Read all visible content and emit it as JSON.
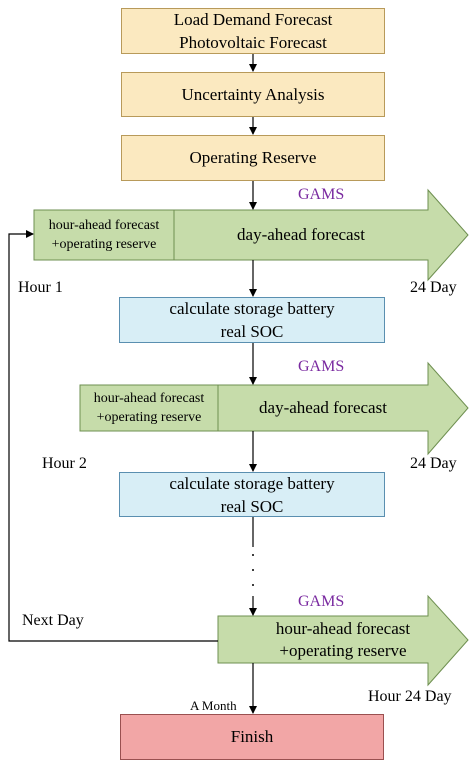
{
  "boxes": {
    "forecast": "Load Demand Forecast\nPhotovoltaic Forecast",
    "uncertainty": "Uncertainty Analysis",
    "reserve": "Operating Reserve",
    "calc1": "calculate storage battery\nreal SOC",
    "calc2": "calculate storage battery\nreal SOC",
    "finish": "Finish"
  },
  "arrows": {
    "a1": {
      "left": "hour-ahead forecast\n+operating reserve",
      "right": "day-ahead forecast"
    },
    "a2": {
      "left": "hour-ahead forecast\n+operating reserve",
      "right": "day-ahead forecast"
    },
    "a3": {
      "text": "hour-ahead forecast\n+operating reserve"
    }
  },
  "labels": {
    "gams1": "GAMS",
    "gams2": "GAMS",
    "gams3": "GAMS",
    "hour1": "Hour 1",
    "day24_1": "24 Day",
    "hour2": "Hour 2",
    "day24_2": "24 Day",
    "next_day": "Next Day",
    "hour24day": "Hour 24 Day",
    "a_month": "A Month"
  },
  "colors": {
    "yellow": "#fbe9c0",
    "blue": "#d8eef6",
    "green": "#c6dcaa",
    "red": "#f2a6a6",
    "gams": "#7a2aa0"
  }
}
